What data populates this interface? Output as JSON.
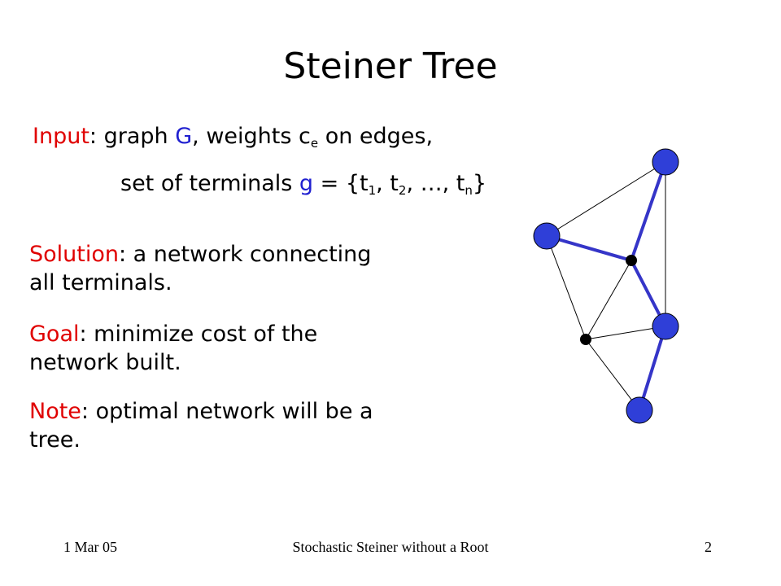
{
  "title": "Steiner Tree",
  "input": {
    "label": "Input",
    "line1_a": ": graph ",
    "graph_symbol": "G",
    "line1_b": ", weights c",
    "weight_sub": "e",
    "line1_c": " on edges,",
    "line2_a": "set of terminals ",
    "terminals_symbol": "g",
    "line2_b": " = {t",
    "t1": "1",
    "sep1": ", t",
    "t2": "2",
    "sep2": ", …, t",
    "tn": "n",
    "close": "}"
  },
  "solution": {
    "label": "Solution",
    "text": ": a network connecting all terminals."
  },
  "goal": {
    "label": "Goal",
    "text": ": minimize cost of the network built."
  },
  "note": {
    "label": "Note",
    "text": ": optimal network will be a tree."
  },
  "footer": {
    "date": "1 Mar 05",
    "center": "Stochastic Steiner without a Root",
    "page": "2"
  },
  "colors": {
    "terminal": "#2f3fd8",
    "tree_edge": "#3535c8",
    "keyword": "#e00000",
    "symbol": "#2020d0"
  }
}
